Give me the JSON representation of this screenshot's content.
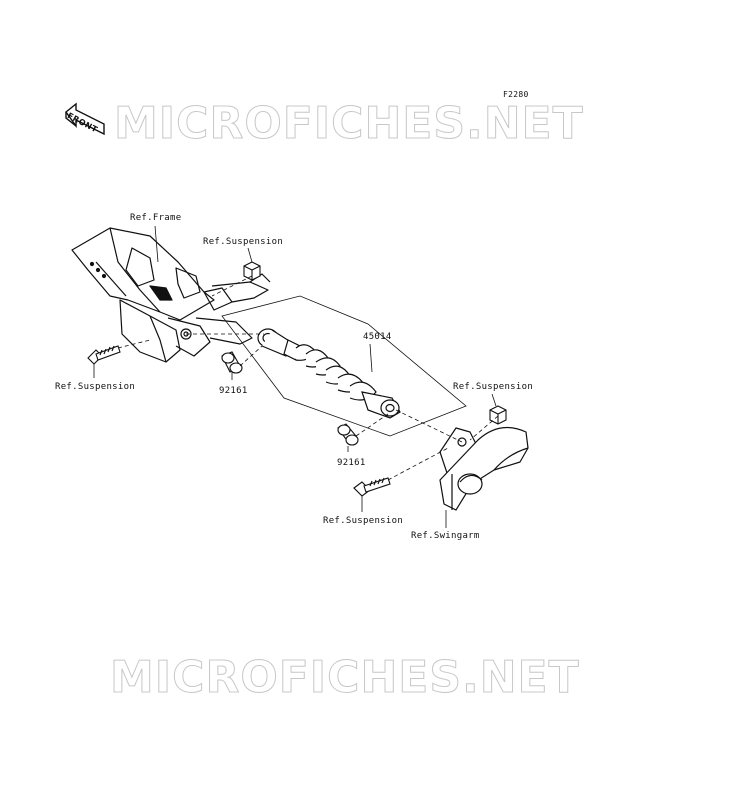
{
  "diagram_code": "F2280",
  "watermark": "MICROFICHES.NET",
  "front_indicator": "FRONT",
  "labels": {
    "ref_frame": "Ref.Frame",
    "ref_suspension_top": "Ref.Suspension",
    "ref_suspension_left": "Ref.Suspension",
    "ref_suspension_right": "Ref.Suspension",
    "ref_suspension_bottom": "Ref.Suspension",
    "ref_swingarm": "Ref.Swingarm",
    "part_shock": "45014",
    "part_collar_upper": "92161",
    "part_collar_lower": "92161"
  }
}
